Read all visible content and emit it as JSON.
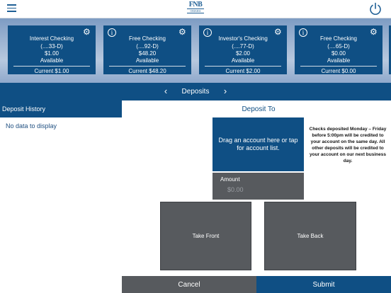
{
  "header": {
    "logo_text": "FNB",
    "logo_subtext": "OMAHA",
    "menu_icon": "hamburger-menu-icon",
    "power_icon": "power-icon"
  },
  "accounts": [
    {
      "name": "Interest Checking",
      "number": "(....33-D)",
      "balance": "$1.00",
      "available_label": "Available",
      "current": "Current $1.00",
      "has_info_icon": false
    },
    {
      "name": "Free Checking",
      "number": "(....92-D)",
      "balance": "$48.20",
      "available_label": "Available",
      "current": "Current $48.20",
      "has_info_icon": true
    },
    {
      "name": "Investor's Checking",
      "number": "(....77-D)",
      "balance": "$2.00",
      "available_label": "Available",
      "current": "Current $2.00",
      "has_info_icon": true
    },
    {
      "name": "Free Checking",
      "number": "(....65-D)",
      "balance": "$0.00",
      "available_label": "Available",
      "current": "Current $0.00",
      "has_info_icon": true
    }
  ],
  "nav": {
    "title": "Deposits",
    "prev_icon": "chevron-left-icon",
    "next_icon": "chevron-right-icon"
  },
  "history": {
    "header": "Deposit History",
    "empty_text": "No data to display"
  },
  "deposit": {
    "title": "Deposit To",
    "drag_text": "Drag an account here or tap for account list.",
    "note": "Checks deposited Monday – Friday before 5:00pm will be credited to your account on the same day. All other deposits will be credited to your account on our next business day.",
    "amount_label": "Amount",
    "amount_placeholder": "$0.00",
    "take_front_label": "Take Front",
    "take_back_label": "Take Back"
  },
  "footer": {
    "cancel_label": "Cancel",
    "submit_label": "Submit"
  },
  "colors": {
    "primary": "#0f4f84",
    "gray_panel": "#575a5e",
    "background": "#ffffff"
  }
}
